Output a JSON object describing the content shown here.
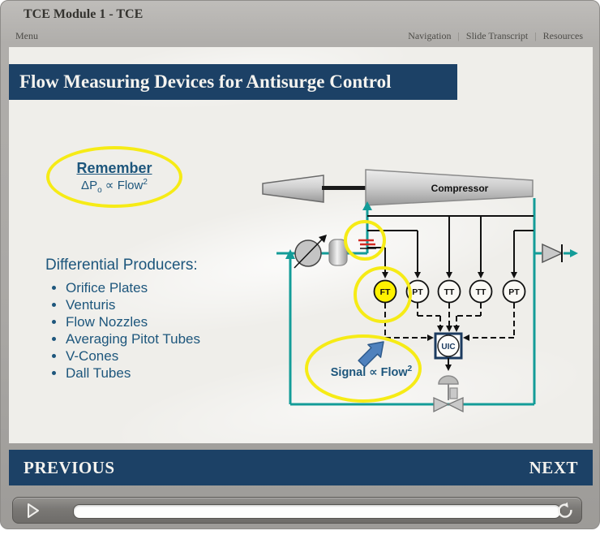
{
  "header": {
    "title": "TCE Module 1 - TCE",
    "menu": "Menu",
    "links": [
      "Navigation",
      "Slide Transcript",
      "Resources"
    ],
    "separator": "|"
  },
  "slide": {
    "banner": "Flow Measuring Devices for Antisurge Control",
    "remember": {
      "heading": "Remember",
      "f_base": "ΔP",
      "f_sub": "o",
      "f_mid": " ∝ Flow",
      "f_sup": "2"
    },
    "producers": {
      "heading": "Differential Producers:",
      "items": [
        "Orifice Plates",
        "Venturis",
        "Flow Nozzles",
        "Averaging Pitot Tubes",
        "V-Cones",
        "Dall Tubes"
      ]
    },
    "diagram": {
      "compressor": "Compressor",
      "instruments": [
        "FT",
        "PT",
        "TT",
        "TT",
        "PT"
      ],
      "controller": "UIC",
      "signal_base": "Signal ∝ Flow",
      "signal_sup": "2"
    }
  },
  "footer": {
    "previous": "PREVIOUS",
    "next": "NEXT"
  },
  "player": {
    "play_icon": "play-triangle",
    "seek_bar": "seek-bar",
    "replay_icon": "replay-circular-arrow"
  },
  "colors": {
    "navy": "#1c4166",
    "teal": "#139c98",
    "highlight_yellow": "#f6eb16",
    "instrument_yellow": "#fff200",
    "content_blue": "#1d567c"
  }
}
